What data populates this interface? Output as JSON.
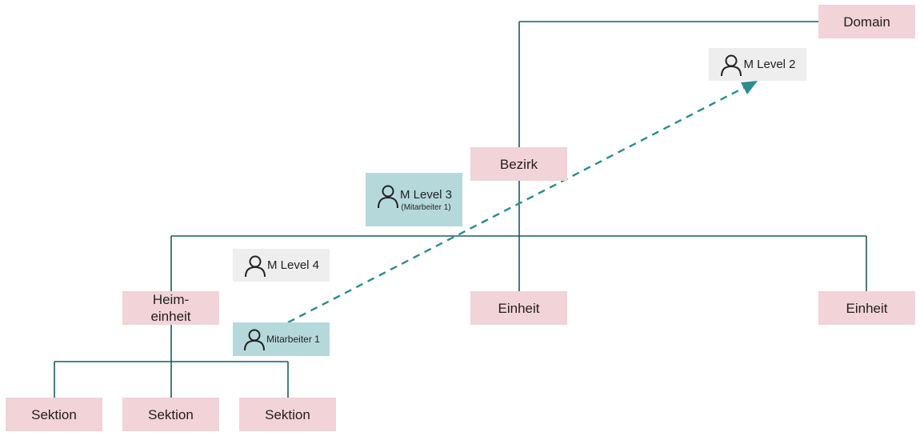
{
  "colors": {
    "org_fill": "#f2d3d7",
    "person_fill": "#eeeeee",
    "highlight_fill": "#b5d9db",
    "connector": "#1a5c5a",
    "arrow": "#2a8c8c"
  },
  "icons": {
    "person": "person-icon"
  },
  "nodes": {
    "domain": "Domain",
    "bezirk": "Bezirk",
    "heimeinheit_line1": "Heim-",
    "heimeinheit_line2": "einheit",
    "einheit_1": "Einheit",
    "einheit_2": "Einheit",
    "sektion_1": "Sektion",
    "sektion_2": "Sektion",
    "sektion_3": "Sektion"
  },
  "people": {
    "level2": {
      "label": "M Level 2"
    },
    "level3": {
      "label": "M Level 3",
      "sublabel": "(Mitarbeiter 1)"
    },
    "level4": {
      "label": "M Level 4"
    },
    "employee": {
      "label": "Mitarbeiter 1"
    }
  }
}
